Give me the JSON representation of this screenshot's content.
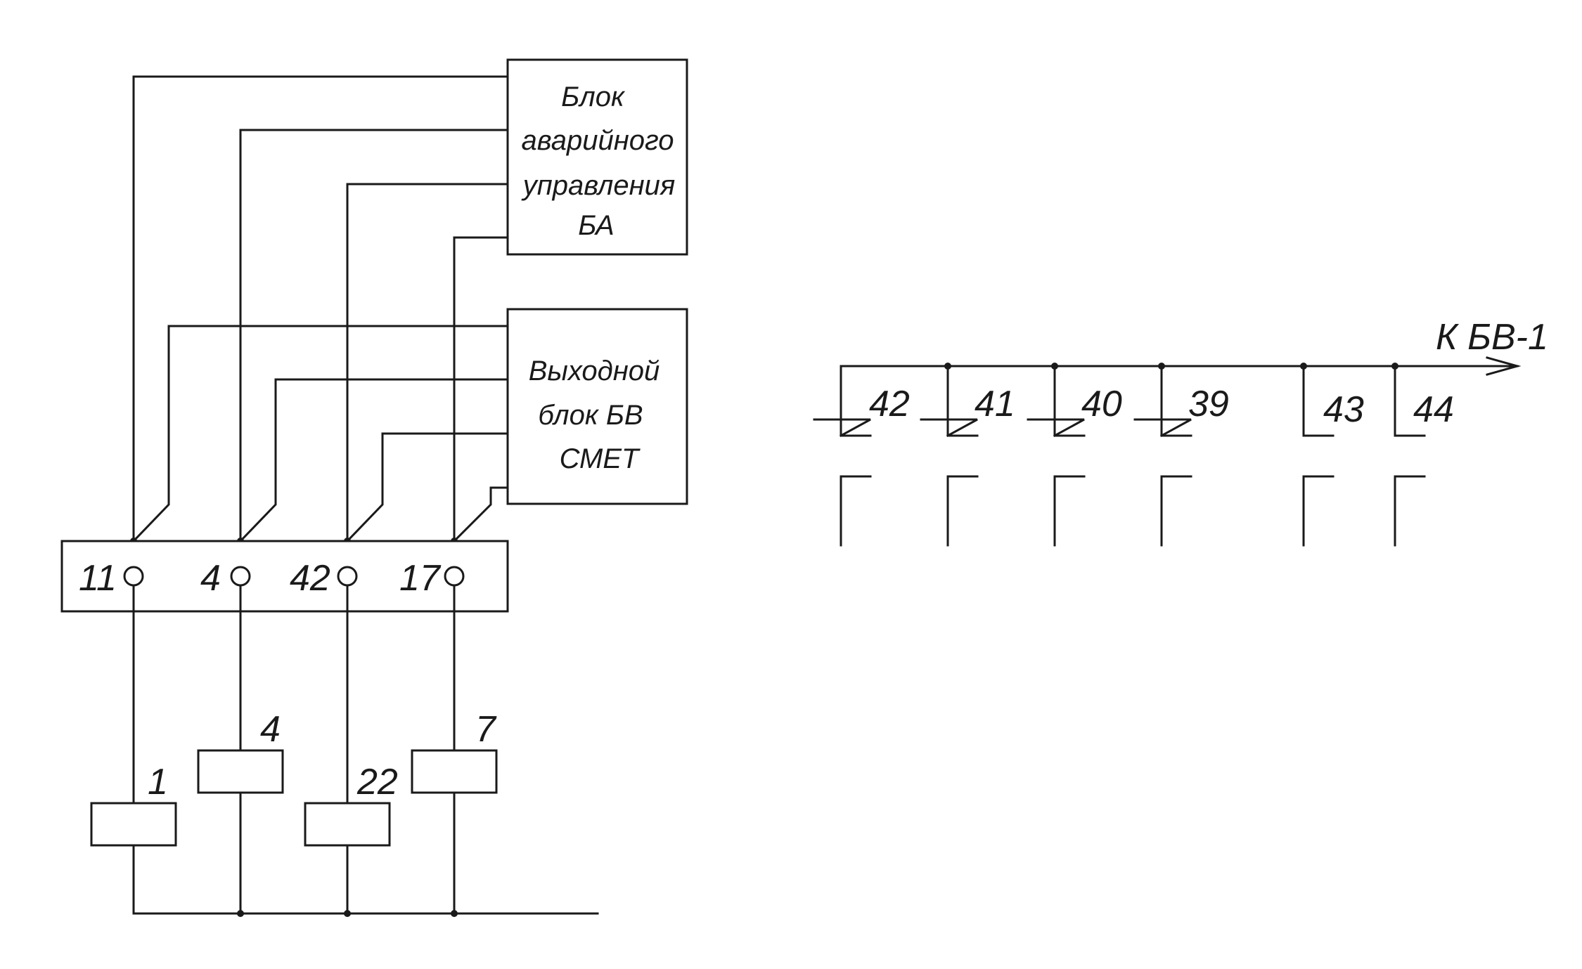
{
  "blocks": {
    "ba": {
      "lines": [
        "Блок",
        "аварийного",
        "управления",
        "БА"
      ]
    },
    "bv": {
      "lines": [
        "Выходной",
        "блок БВ",
        "СМЕТ"
      ]
    }
  },
  "terminal_strip": {
    "terminals": [
      "11",
      "4",
      "42",
      "17"
    ]
  },
  "relays": [
    "1",
    "4",
    "22",
    "7"
  ],
  "bus": {
    "destination": "К БВ-1"
  },
  "contacts": [
    "42",
    "41",
    "40",
    "39",
    "43",
    "44"
  ]
}
